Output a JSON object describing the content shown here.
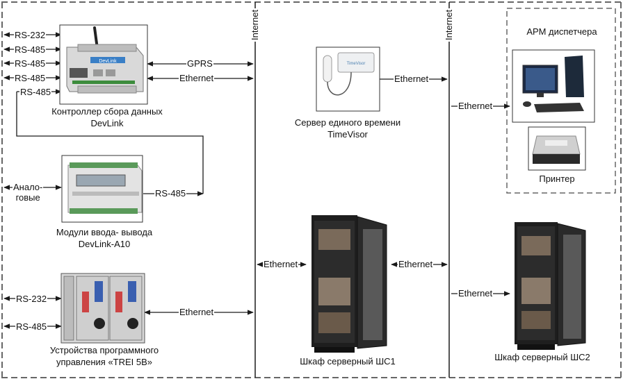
{
  "links": {
    "rs232": "RS-232",
    "rs485": "RS-485",
    "gprs": "GPRS",
    "ethernet": "Ethernet",
    "internet": "Internet",
    "analog": "Анало-\nговые"
  },
  "devices": {
    "devlink": "Контроллер сбора данных\nDevLink",
    "devlink_brand": "DevLink",
    "io_module": "Модули ввода- вывода\nDevLink-A10",
    "trei": "Устройства программного\nуправления «TREI 5B»",
    "timevisor": "Сервер единого времени\nTimeVisor",
    "timevisor_brand": "TimeVisor",
    "rack1": "Шкаф серверный ШС1",
    "rack2": "Шкаф серверный ШС2",
    "arm": "АРМ диспетчера",
    "printer": "Принтер"
  },
  "colors": {
    "line": "#1a1a1a",
    "dashed": "#666666"
  }
}
